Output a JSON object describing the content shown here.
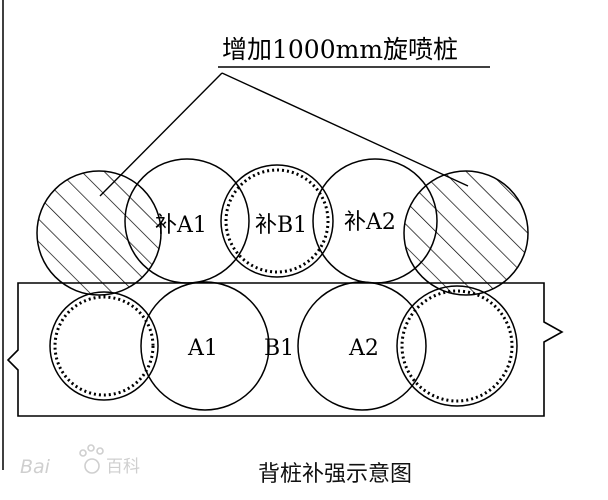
{
  "annotation_label": "增加1000mm旋喷桩",
  "caption": "背桩补强示意图",
  "watermark": {
    "brand": "Bai",
    "suffix": "百科"
  },
  "upper_piles": [
    {
      "id": "hatched-left",
      "label": "",
      "hatched": true,
      "dotted": false
    },
    {
      "id": "bu-a1",
      "label": "补A1",
      "hatched": false,
      "dotted": false
    },
    {
      "id": "bu-b1",
      "label": "补B1",
      "hatched": false,
      "dotted": true
    },
    {
      "id": "bu-a2",
      "label": "补A2",
      "hatched": false,
      "dotted": false
    },
    {
      "id": "hatched-right",
      "label": "",
      "hatched": true,
      "dotted": false
    }
  ],
  "lower_piles": [
    {
      "id": "left-dotted",
      "label": "",
      "dotted": true
    },
    {
      "id": "a1",
      "label": "A1",
      "dotted": false
    },
    {
      "id": "b1",
      "label": "B1",
      "dotted": false
    },
    {
      "id": "a2",
      "label": "A2",
      "dotted": false
    },
    {
      "id": "right-dotted",
      "label": "",
      "dotted": true
    }
  ],
  "colors": {
    "line": "#000000",
    "hatch": "#000000",
    "background": "#ffffff",
    "watermark": "#cfcfcf"
  }
}
